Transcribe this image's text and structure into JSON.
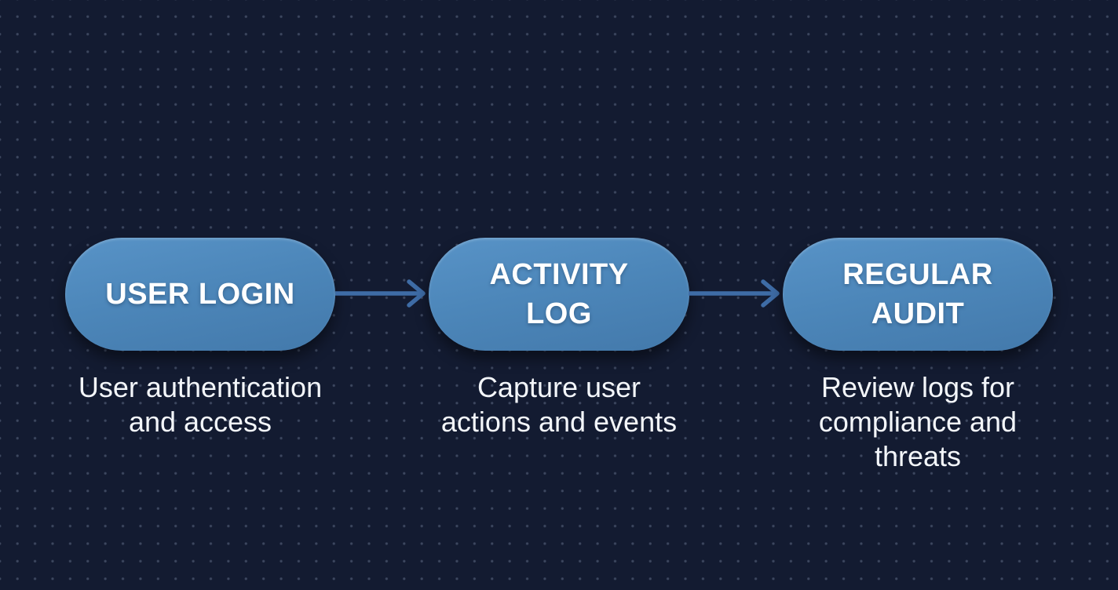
{
  "canvas": {
    "background_color": "#131b31",
    "dot_color": "#808ea9",
    "pill_fill": "#4c86b9",
    "arrow_color": "#3e6ca6",
    "caption_color": "#f3f6fa",
    "pill_text_color": "#ffffff"
  },
  "diagram": {
    "nodes": [
      {
        "id": "user-login",
        "label": "USER LOGIN",
        "label_lines": [
          "USER LOGIN"
        ],
        "description": "User authentication and access",
        "description_lines": [
          "User authentication",
          "and access"
        ]
      },
      {
        "id": "activity-log",
        "label": "ACTIVITY LOG",
        "label_lines": [
          "ACTIVITY",
          "LOG"
        ],
        "description": "Capture user actions and events",
        "description_lines": [
          "Capture user",
          "actions and events"
        ]
      },
      {
        "id": "regular-audit",
        "label": "REGULAR AUDIT",
        "label_lines": [
          "REGULAR",
          "AUDIT"
        ],
        "description": "Review logs for compliance and threats",
        "description_lines": [
          "Review logs for",
          "compliance and",
          "threats"
        ]
      }
    ],
    "connectors": [
      {
        "from": "user-login",
        "to": "activity-log",
        "direction": "right"
      },
      {
        "from": "activity-log",
        "to": "regular-audit",
        "direction": "right"
      }
    ]
  }
}
